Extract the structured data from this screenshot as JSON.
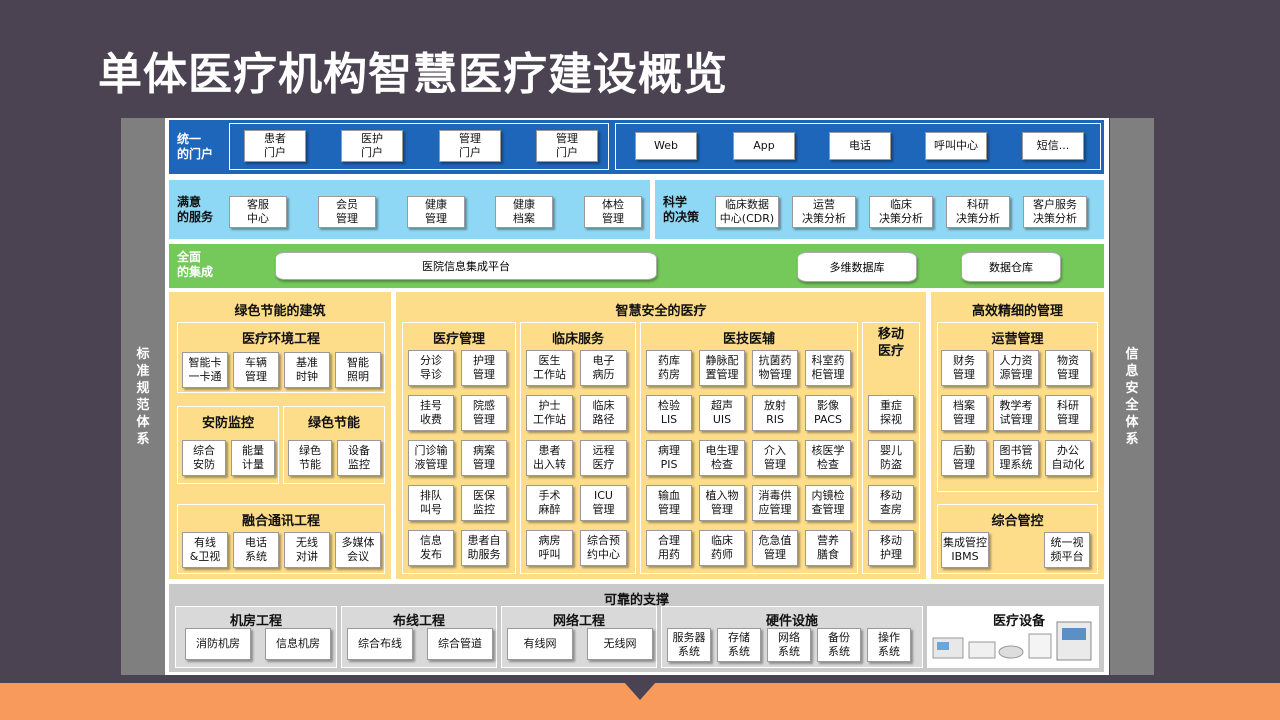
{
  "title": "单体医疗机构智慧医疗建设概览",
  "side_left": "标准规范体系",
  "side_right": "信息安全体系",
  "portal": {
    "label": "统一\n的门户",
    "items": [
      "患者\n门户",
      "医护\n门户",
      "管理\n门户",
      "管理\n门户"
    ],
    "channels": [
      "Web",
      "App",
      "电话",
      "呼叫中心",
      "短信..."
    ]
  },
  "service": {
    "label": "满意\n的服务",
    "items": [
      "客服\n中心",
      "会员\n管理",
      "健康\n管理",
      "健康\n档案",
      "体检\n管理"
    ]
  },
  "decision": {
    "label": "科学\n的决策",
    "items": [
      "临床数据\n中心(CDR)",
      "运营\n决策分析",
      "临床\n决策分析",
      "科研\n决策分析",
      "客户服务\n决策分析"
    ]
  },
  "integration": {
    "label": "全面\n的集成",
    "platform": "医院信息集成平台",
    "db1": "多维数据库",
    "db2": "数据仓库"
  },
  "green_building": {
    "title": "绿色节能的建筑",
    "env": {
      "title": "医疗环境工程",
      "items": [
        "智能卡\n一卡通",
        "车辆\n管理",
        "基准\n时钟",
        "智能\n照明"
      ]
    },
    "security": {
      "title": "安防监控",
      "items": [
        "综合\n安防",
        "能量\n计量"
      ]
    },
    "energy": {
      "title": "绿色节能",
      "items": [
        "绿色\n节能",
        "设备\n监控"
      ]
    },
    "comm": {
      "title": "融合通讯工程",
      "items": [
        "有线\n&卫视",
        "电话\n系统",
        "无线\n对讲",
        "多媒体\n会议"
      ]
    }
  },
  "smart_medical": {
    "title": "智慧安全的医疗",
    "med_mgmt": {
      "title": "医疗管理",
      "items": [
        "分诊\n导诊",
        "护理\n管理",
        "挂号\n收费",
        "院感\n管理",
        "门诊输\n液管理",
        "病案\n管理",
        "排队\n叫号",
        "医保\n监控",
        "信息\n发布",
        "患者自\n助服务"
      ]
    },
    "clinical": {
      "title": "临床服务",
      "items": [
        "医生\n工作站",
        "电子\n病历",
        "护士\n工作站",
        "临床\n路径",
        "患者\n出入转",
        "远程\n医疗",
        "手术\n麻醉",
        "ICU\n管理",
        "病房\n呼叫",
        "综合预\n约中心"
      ]
    },
    "tech": {
      "title": "医技医辅",
      "items": [
        "药库\n药房",
        "静脉配\n置管理",
        "抗菌药\n物管理",
        "科室药\n柜管理",
        "检验\nLIS",
        "超声\nUIS",
        "放射\nRIS",
        "影像\nPACS",
        "病理\nPIS",
        "电生理\n检查",
        "介入\n管理",
        "核医学\n检查",
        "输血\n管理",
        "植入物\n管理",
        "消毒供\n应管理",
        "内镜检\n查管理",
        "合理\n用药",
        "临床\n药师",
        "危急值\n管理",
        "营养\n膳食"
      ]
    },
    "mobile": {
      "title": "移动\n医疗",
      "items": [
        "重症\n探视",
        "婴儿\n防盗",
        "移动\n查房",
        "移动\n护理"
      ]
    }
  },
  "efficient": {
    "title": "高效精细的管理",
    "ops": {
      "title": "运营管理",
      "items": [
        "财务\n管理",
        "人力资\n源管理",
        "物资\n管理",
        "档案\n管理",
        "教学考\n试管理",
        "科研\n管理",
        "后勤\n管理",
        "图书管\n理系统",
        "办公\n自动化"
      ]
    },
    "control": {
      "title": "综合管控",
      "items": [
        "集成管控\nIBMS",
        "统一视\n频平台"
      ]
    }
  },
  "support": {
    "title": "可靠的支撑",
    "room": {
      "title": "机房工程",
      "items": [
        "消防机房",
        "信息机房"
      ]
    },
    "wiring": {
      "title": "布线工程",
      "items": [
        "综合布线",
        "综合管道"
      ]
    },
    "network": {
      "title": "网络工程",
      "items": [
        "有线网",
        "无线网"
      ]
    },
    "hardware": {
      "title": "硬件设施",
      "items": [
        "服务器\n系统",
        "存储\n系统",
        "网络\n系统",
        "备份\n系统",
        "操作\n系统"
      ]
    },
    "equipment": {
      "title": "医疗设备"
    }
  },
  "colors": {
    "portal": "#1d66b9",
    "service": "#8fd8f5",
    "integration": "#74c95a",
    "sections": "#fddc8a",
    "support": "#c9c9c9",
    "bottom_bar": "#f79a5b"
  }
}
